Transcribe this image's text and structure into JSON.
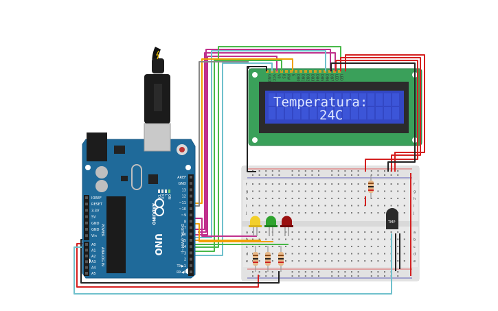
{
  "lcd": {
    "line1": "Temperatura:",
    "line2": "24C"
  },
  "lcd_pins": [
    "GND",
    "VCC",
    "V0",
    "RS",
    "RW",
    "E",
    "DB0",
    "DB1",
    "DB2",
    "DB3",
    "DB4",
    "DB5",
    "DB6",
    "DB7",
    "LED",
    "LED"
  ],
  "arduino": {
    "brand": "ARDUINO",
    "model": "UNO",
    "header_digital": [
      "AREF",
      "GND",
      "13",
      "12",
      "~11",
      "~10",
      "~9",
      "8",
      "7",
      "~6",
      "~5",
      "4",
      "~3",
      "2",
      "TX▶1",
      "RX◀0"
    ],
    "header_power": [
      "IOREF",
      "RESET",
      "3.3V",
      "5V",
      "GND",
      "GND",
      "Vin"
    ],
    "header_analog": [
      "A0",
      "A1",
      "A2",
      "A3",
      "A4",
      "A5"
    ],
    "section_power": "POWER",
    "section_analog": "ANALOG IN",
    "section_digital": "DIGITAL (PWM~)",
    "led_labels": [
      "TX",
      "RX",
      "L",
      "ON"
    ]
  },
  "sensor": {
    "label": "TMP"
  },
  "breadboard": {
    "rows_left": [
      "a",
      "b",
      "c",
      "d",
      "e"
    ],
    "rows_right": [
      "f",
      "g",
      "h",
      "i",
      "j"
    ]
  },
  "colors": {
    "board": "#1f6a9a",
    "lcd_pcb": "#3aa05a",
    "lcd_screen": "#3347c4",
    "breadboard": "#e8e8e8",
    "wire_red": "#d42020",
    "wire_black": "#222222",
    "wire_green": "#48b848",
    "wire_orange": "#f0a000",
    "wire_magenta": "#c0308c",
    "wire_cyan": "#6fc0cc"
  }
}
